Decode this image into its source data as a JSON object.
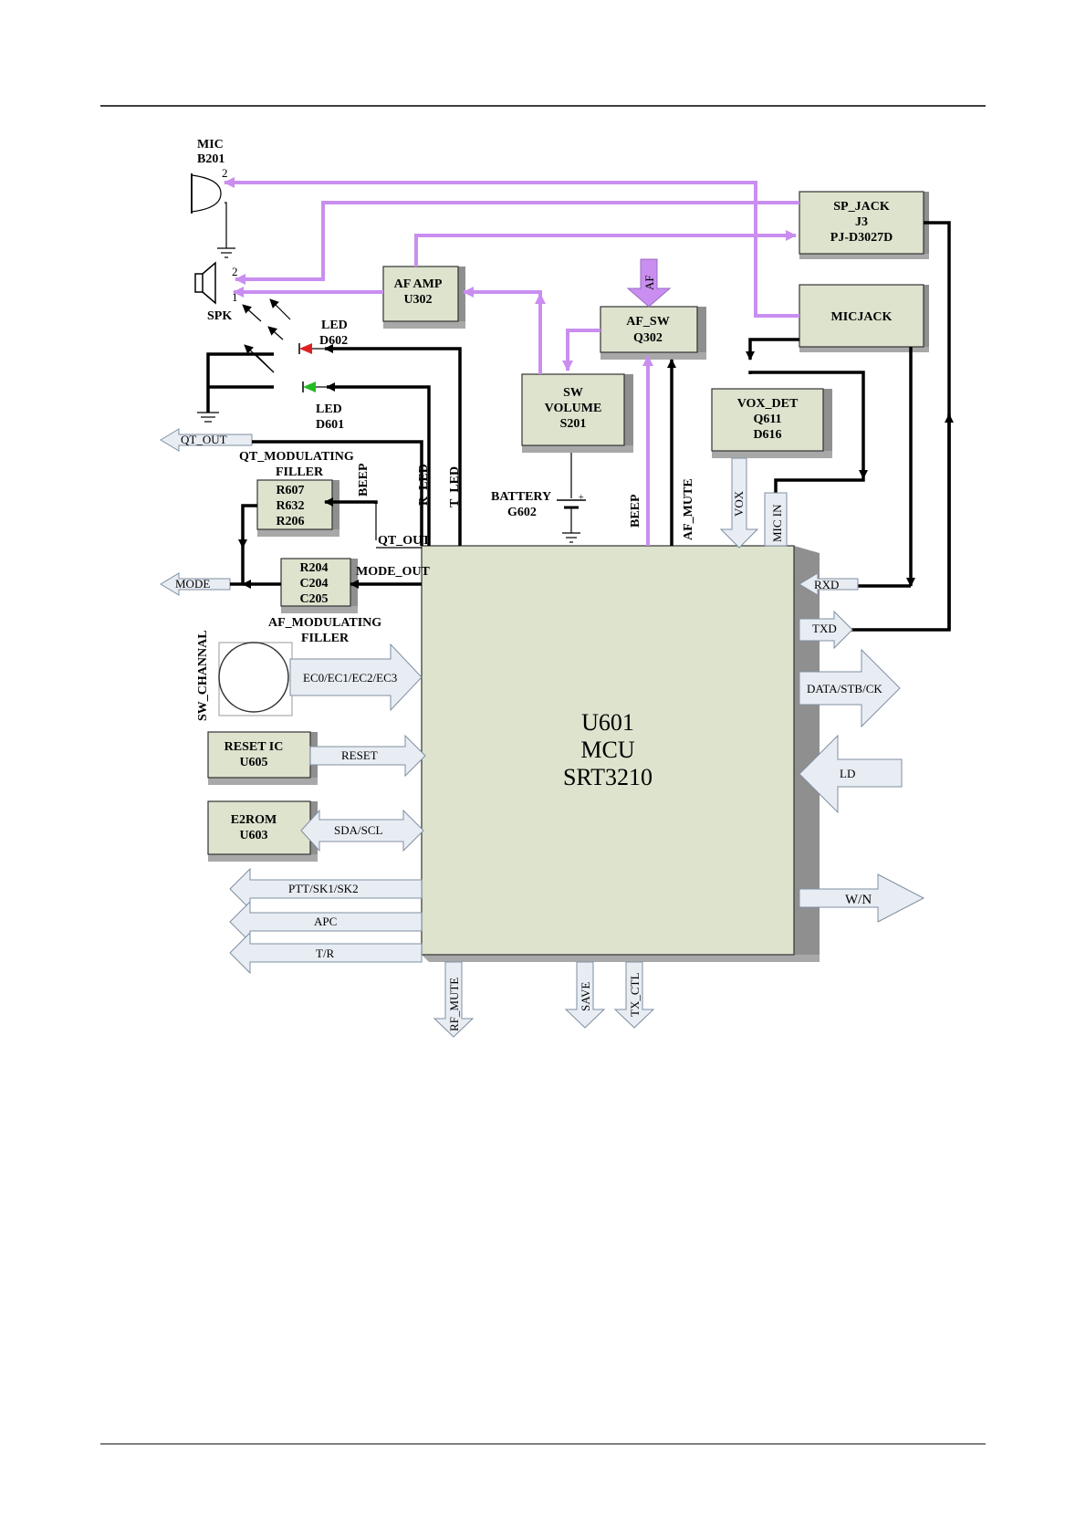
{
  "mcu": {
    "line1": "U601",
    "line2": "MCU",
    "line3": "SRT3210"
  },
  "mic": {
    "line1": "MIC",
    "line2": "B201",
    "pin": "2"
  },
  "spk": {
    "label": "SPK",
    "pin2": "2",
    "pin1": "1"
  },
  "sp_jack": {
    "line1": "SP_JACK",
    "line2": "J3",
    "line3": "PJ-D3027D"
  },
  "micjack": {
    "line1": "MICJACK"
  },
  "af_amp": {
    "line1": "AF AMP",
    "line2": "U302"
  },
  "af_sw": {
    "line1": "AF_SW",
    "line2": "Q302"
  },
  "af_input": "AF",
  "sw_volume": {
    "line1": "SW",
    "line2": "VOLUME",
    "line3": "S201"
  },
  "vox_det": {
    "line1": "VOX_DET",
    "line2": "Q611",
    "line3": "D616"
  },
  "battery": {
    "line1": "BATTERY",
    "line2": "G602"
  },
  "led_d602": {
    "line1": "LED",
    "line2": "D602"
  },
  "led_d601": {
    "line1": "LED",
    "line2": "D601"
  },
  "qt_filter": {
    "title1": "QT_MODULATING",
    "title2": "FILLER",
    "line1": "R607",
    "line2": "R632",
    "line3": "R206"
  },
  "af_filter": {
    "title1": "AF_MODULATING",
    "title2": "FILLER",
    "line1": "R204",
    "line2": "C204",
    "line3": "C205"
  },
  "reset_ic": {
    "line1": "RESET  IC",
    "line2": "U605"
  },
  "e2rom": {
    "line1": "E2ROM",
    "line2": "U603"
  },
  "sw_channal": "SW_CHANNAL",
  "signals": {
    "qt_out_ext": "QT_OUT",
    "mode": "MODE",
    "beep_left": "BEEP",
    "r_led": "R_LED",
    "t_led": "T_LED",
    "qt_out": "QT_OUT",
    "mode_out": "MODE_OUT",
    "beep_top": "BEEP",
    "af_mute": "AF_MUTE",
    "vox": "VOX",
    "mic_in": "MIC IN",
    "rxd": "RXD",
    "txd": "TXD",
    "data_stb_ck": "DATA/STB/CK",
    "ld": "LD",
    "wn": "W/N",
    "ec": "EC0/EC1/EC2/EC3",
    "reset": "RESET",
    "sda_scl": "SDA/SCL",
    "ptt": "PTT/SK1/SK2",
    "apc": "APC",
    "tr": "T/R",
    "rf_mute": "RF_MUTE",
    "save": "SAVE",
    "tx_ctl": "TX_CTL"
  },
  "colors": {
    "block_fill": "#dde3cd",
    "audio_path": "#c98ef0",
    "led_red": "#e02020",
    "led_green": "#22bb22"
  }
}
